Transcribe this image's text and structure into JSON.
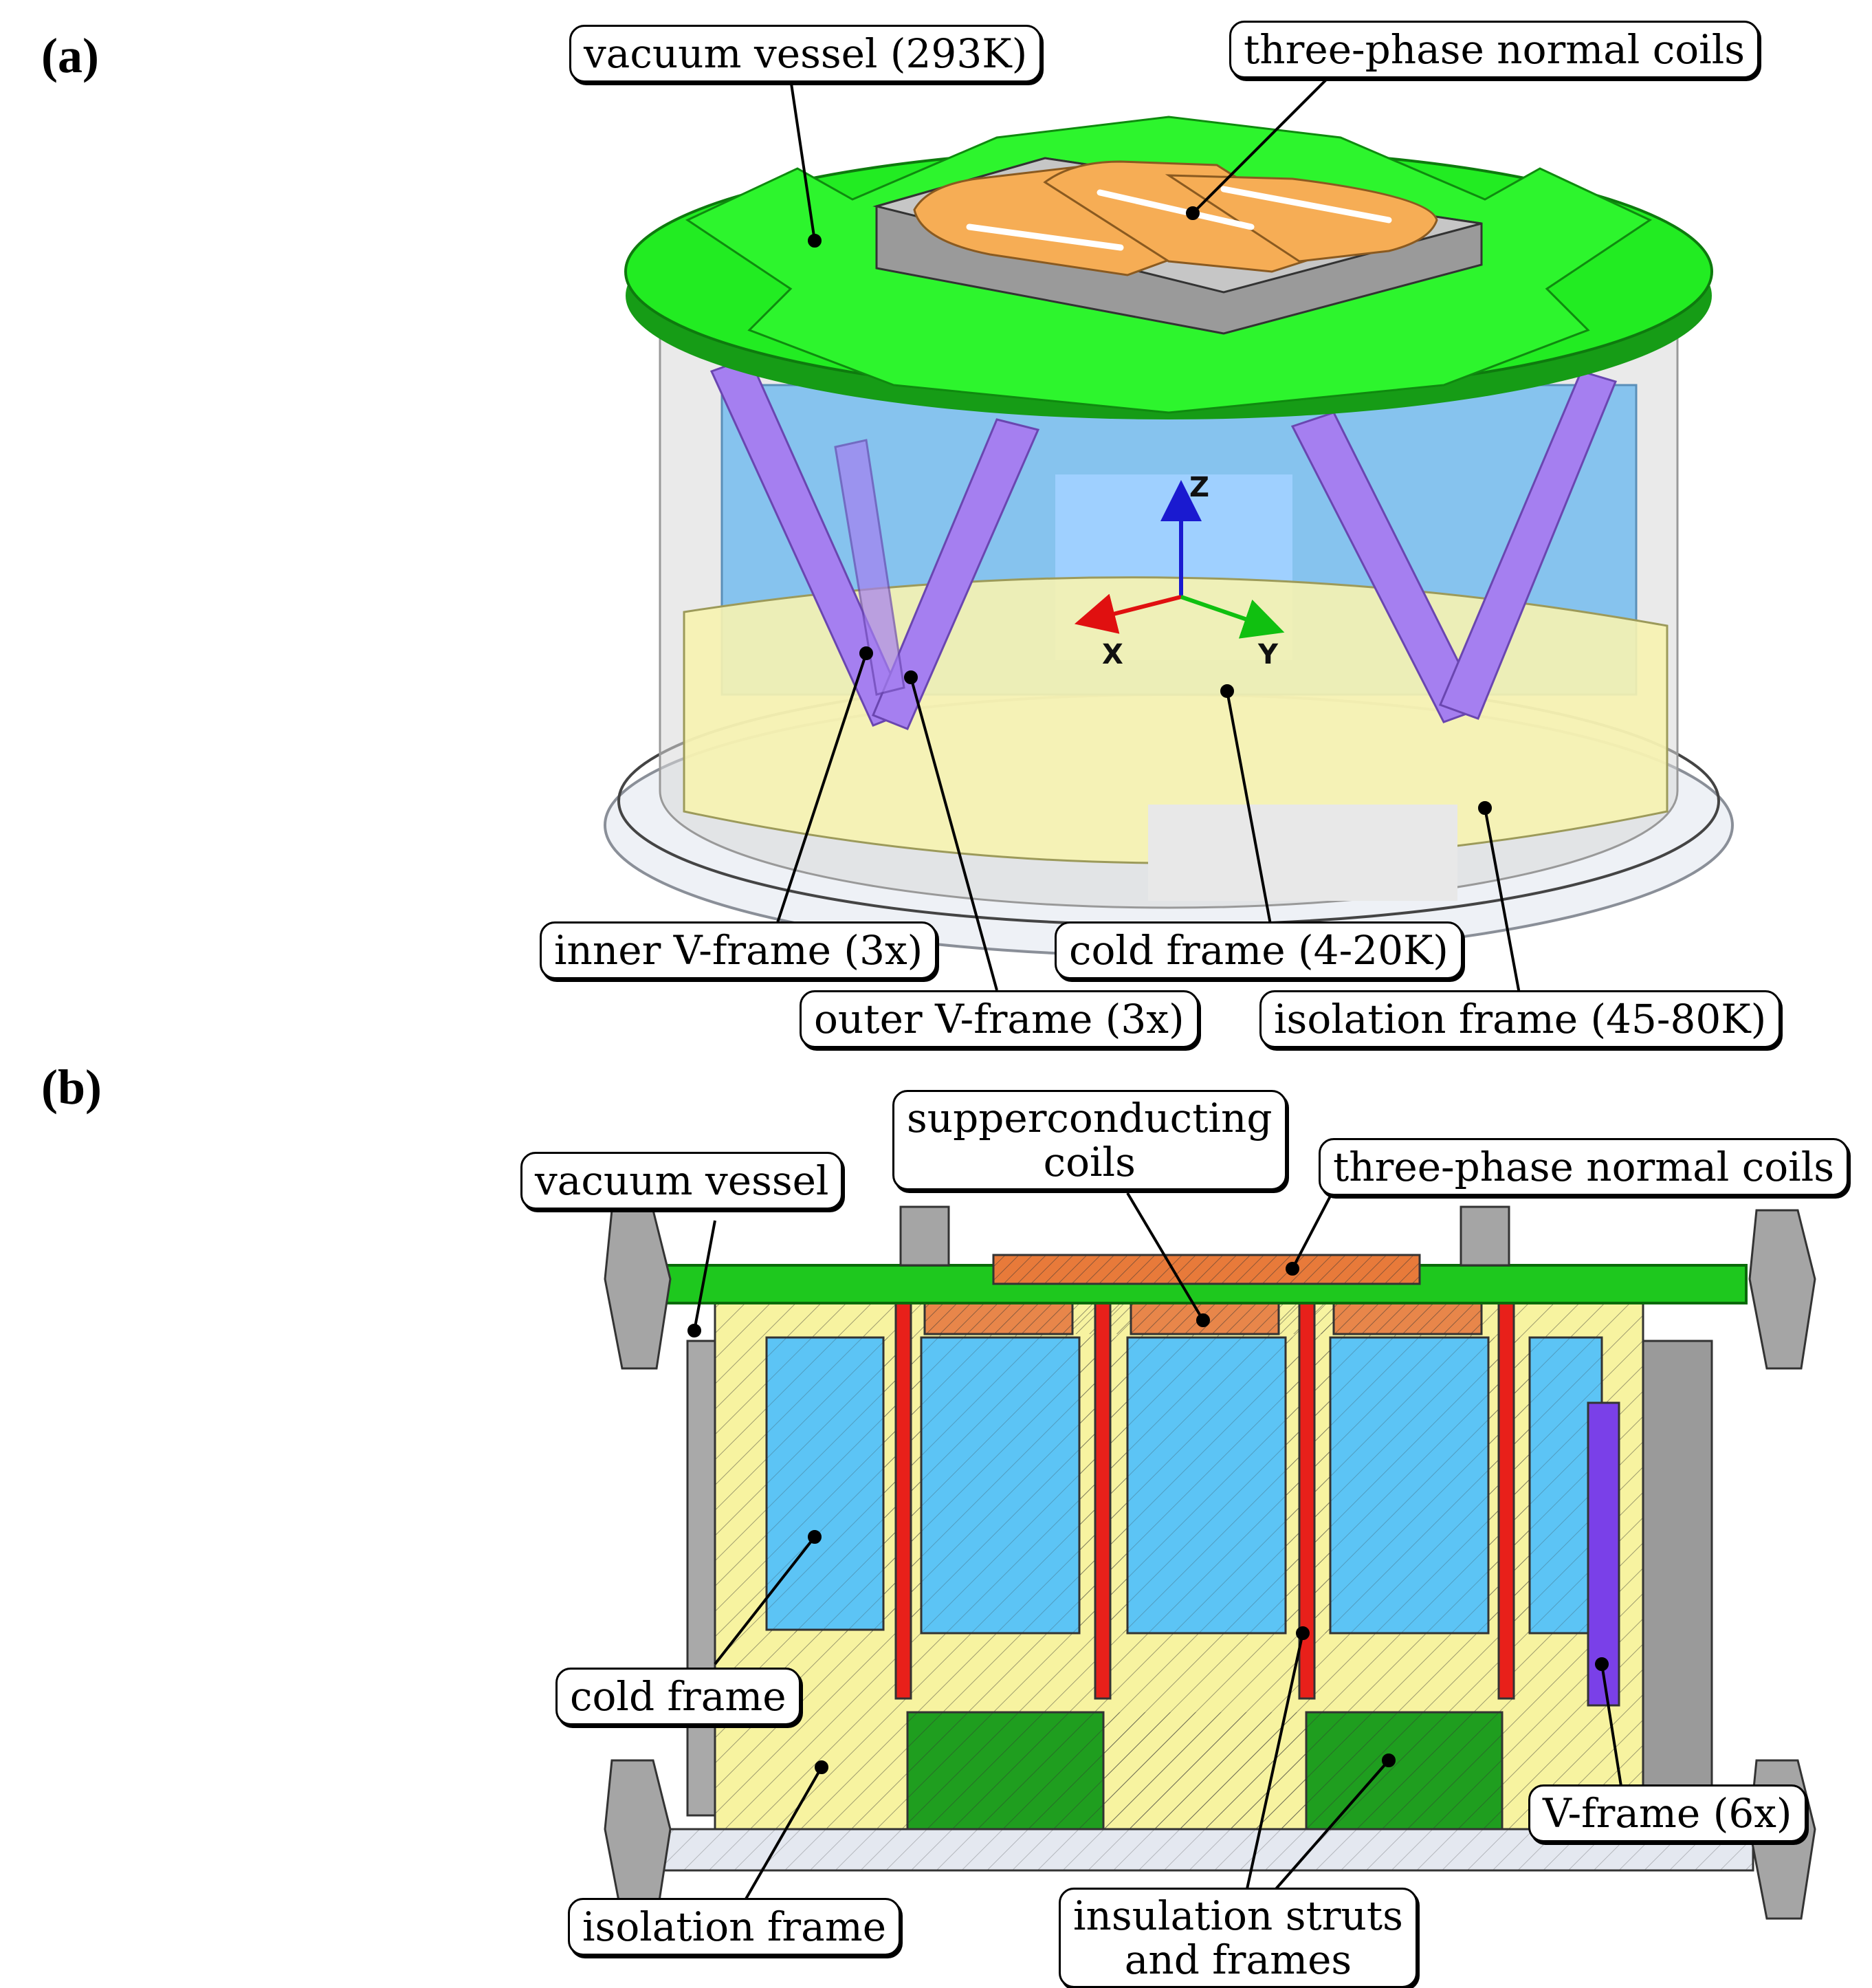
{
  "panels": {
    "a": {
      "label": "(a)",
      "callouts": {
        "vacuum_vessel": "vacuum vessel (293K)",
        "three_phase_coils": "three-phase normal coils",
        "inner_v_frame": "inner V-frame (3x)",
        "outer_v_frame": "outer V-frame (3x)",
        "cold_frame": "cold frame (4-20K)",
        "isolation_frame": "isolation frame (45-80K)"
      },
      "axes": {
        "z": "Z",
        "x": "X",
        "y": "Y"
      }
    },
    "b": {
      "label": "(b)",
      "callouts": {
        "vacuum_vessel": "vacuum vessel",
        "superconducting_coils_line1": "supperconducting",
        "superconducting_coils_line2": "coils",
        "three_phase_coils": "three-phase normal coils",
        "cold_frame": "cold frame",
        "isolation_frame": "isolation frame",
        "v_frame": "V-frame (6x)",
        "insulation_line1": "insulation struts",
        "insulation_line2": "and frames"
      }
    }
  },
  "colors": {
    "vacuum_vessel": "#1ee01e",
    "normal_coils": "#f5a623",
    "cold_frame_blue": "#5cc4f5",
    "isolation_frame_yellow": "#f7f3a0",
    "v_frame_purple": "#9b6cf0",
    "insulation_struts_red": "#e8201a",
    "dark_green": "#1a9e1a",
    "grey": "#b8b8b8"
  }
}
